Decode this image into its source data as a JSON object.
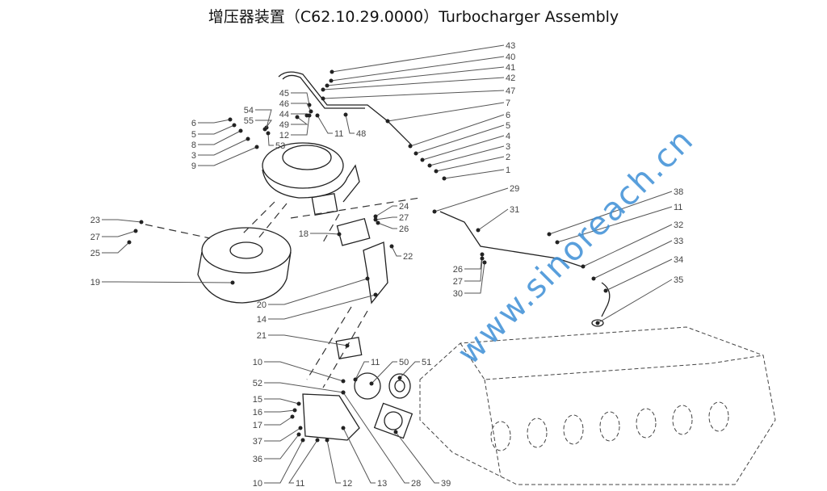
{
  "title": {
    "cn": "增压器装置",
    "code": "（C62.10.29.0000）",
    "en": "Turbocharger Assembly"
  },
  "watermark": "www.sinoreach.cn",
  "labels": [
    "43",
    "40",
    "41",
    "42",
    "47",
    "7",
    "6",
    "5",
    "4",
    "3",
    "2",
    "1",
    "29",
    "45",
    "46",
    "44",
    "49",
    "12",
    "11",
    "48",
    "54",
    "55",
    "53",
    "6",
    "5",
    "8",
    "3",
    "9",
    "23",
    "27",
    "25",
    "19",
    "24",
    "27",
    "26",
    "18",
    "22",
    "26",
    "27",
    "30",
    "20",
    "14",
    "21",
    "31",
    "38",
    "11",
    "32",
    "33",
    "34",
    "35",
    "10",
    "52",
    "15",
    "16",
    "17",
    "37",
    "36",
    "10",
    "11",
    "12",
    "13",
    "28",
    "39",
    "11",
    "50",
    "51"
  ]
}
